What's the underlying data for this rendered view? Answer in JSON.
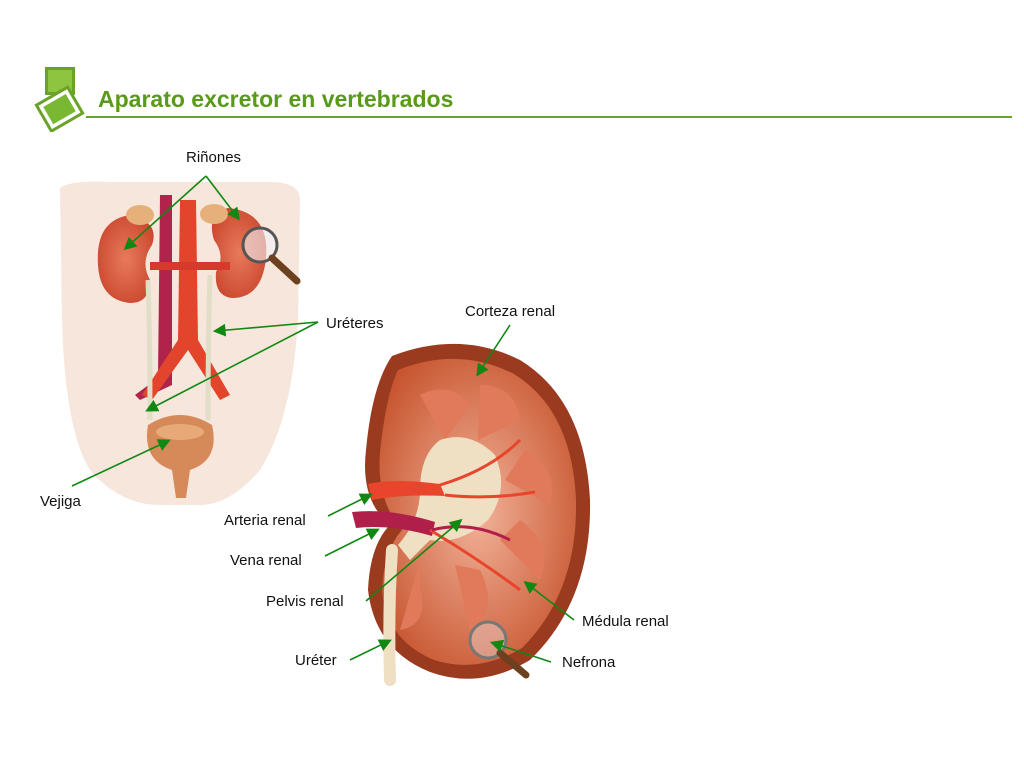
{
  "title": "Aparato excretor en vertebrados",
  "colors": {
    "accent": "#5a9a1a",
    "rule": "#6aa22a",
    "arrow": "#118811"
  },
  "labels": {
    "rinones": "Riñones",
    "ureteres": "Uréteres",
    "vejiga": "Vejiga",
    "corteza": "Corteza renal",
    "arteria": "Arteria renal",
    "vena": "Vena renal",
    "pelvis": "Pelvis renal",
    "medula": "Médula renal",
    "ureter": "Uréter",
    "nefrona": "Nefrona"
  },
  "icons": [
    "magnifier-icon",
    "magnifier-icon"
  ]
}
